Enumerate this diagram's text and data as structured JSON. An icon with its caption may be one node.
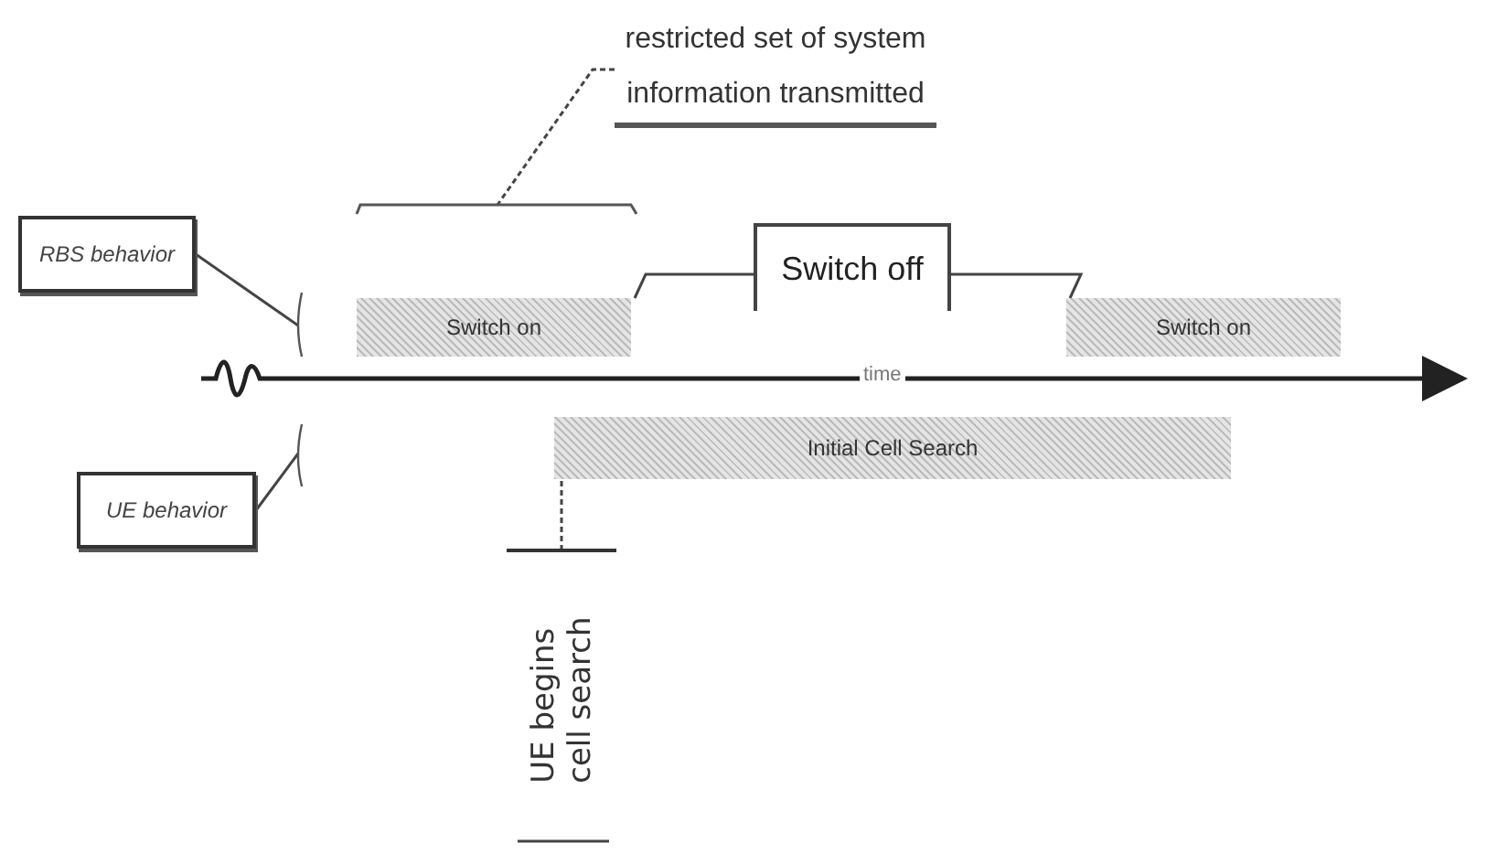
{
  "diagram": {
    "nodes": [
      {
        "text": [
          "RBS behavior"
        ]
      },
      {
        "text": [
          "UE behavior"
        ]
      },
      {
        "text": [
          "restricted set of system information transmitted"
        ]
      },
      {
        "text": [
          "Switch on"
        ]
      },
      {
        "text": [
          "Switch off"
        ]
      },
      {
        "text": [
          "Switch on"
        ]
      },
      {
        "text": [
          "Initial Cell Search"
        ]
      },
      {
        "text": [
          "UE begins cell search"
        ]
      }
    ],
    "edges": [
      {
        "from": 0,
        "to": null,
        "arrow": "none"
      },
      {
        "from": 1,
        "to": null,
        "arrow": "none"
      },
      {
        "from": 2,
        "to": null,
        "arrow": "none",
        "style": "dashed"
      },
      {
        "from": 4,
        "to": 3,
        "arrow": "none"
      },
      {
        "from": 4,
        "to": 5,
        "arrow": "none"
      },
      {
        "from": 7,
        "to": 6,
        "arrow": "other",
        "style": "dashed"
      }
    ],
    "labels": [
      "time"
    ]
  }
}
